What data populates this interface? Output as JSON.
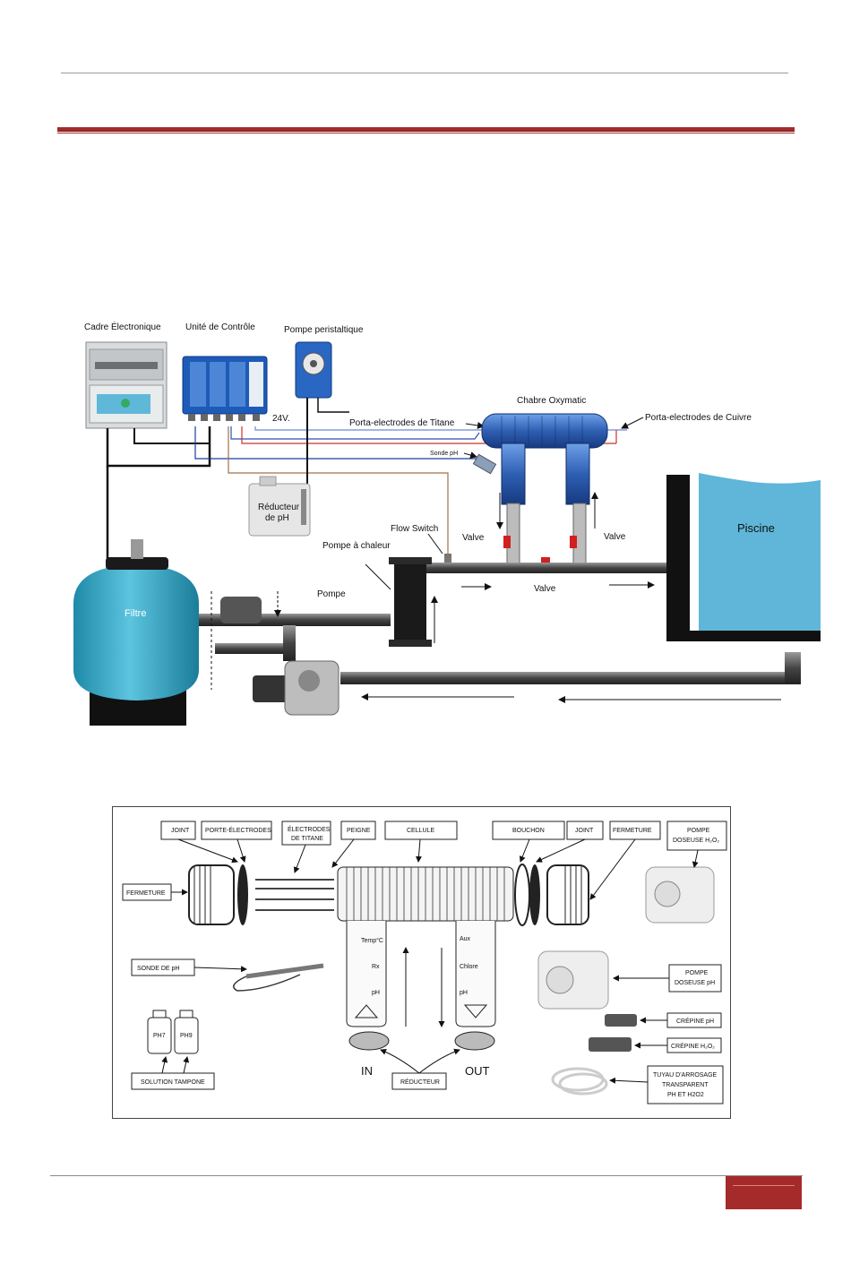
{
  "diagram1": {
    "labels": {
      "cadre": "Cadre Électronique",
      "unite": "Unité de Contrôle",
      "pompe_peristaltique": "Pompe peristaltique",
      "chambre": "Chabre Oxymatic",
      "porta_titane": "Porta-electrodes de Titane",
      "porta_cuivre": "Porta-electrodes de Cuivre",
      "v24": "24V.",
      "sonde_ph": "Sonde pH",
      "reducteur_1": "Réducteur",
      "reducteur_2": "de pH",
      "flow_switch": "Flow Switch",
      "pompe_chaleur": "Pompe à chaleur",
      "valve_left": "Valve",
      "valve_right": "Valve",
      "valve_bottom": "Valve",
      "pompe": "Pompe",
      "filtre": "Filtre",
      "piscine": "Piscine"
    }
  },
  "diagram2": {
    "labels": {
      "joint_left": "JOINT",
      "porte_electrodes": "PORTE-ÉLECTRODES",
      "electrodes_1": "ÉLECTRODES",
      "electrodes_2": "DE TITANE",
      "peigne": "PEIGNE",
      "cellule": "CELLULE",
      "bouchon": "BOUCHON",
      "joint_right": "JOINT",
      "fermeture_right": "FERMETURE",
      "pompe_dos_h2o2_1": "POMPE",
      "pompe_dos_h2o2_2": "DOSEUSE H₂O₂",
      "fermeture_left": "FERMETURE",
      "sonde_de_ph": "SONDE DE pH",
      "pompe_dos_ph_1": "POMPE",
      "pompe_dos_ph_2": "DOSEUSE pH",
      "crepine_ph": "CRÉPINE pH",
      "crepine_h2o2": "CRÉPINE H₂O₂",
      "tuyau_1": "TUYAU D'ARROSAGE",
      "tuyau_2": "TRANSPARENT",
      "tuyau_3": "PH ET H2O2",
      "solution_tampon": "SOLUTION TAMPONE",
      "reducteur": "RÉDUCTEUR",
      "in": "IN",
      "out": "OUT",
      "ph7": "PH7",
      "ph9": "PH9",
      "temp": "Temp°C",
      "rx": "Rx",
      "ph_left": "pH",
      "aux": "Aux",
      "chlore": "Chlore",
      "ph_right": "pH"
    }
  },
  "colors": {
    "accent_red": "#a52a2a",
    "pool_blue": "#5fb6d9",
    "filter_teal": "#3aa6c4",
    "cell_blue": "#2f5fb3"
  }
}
